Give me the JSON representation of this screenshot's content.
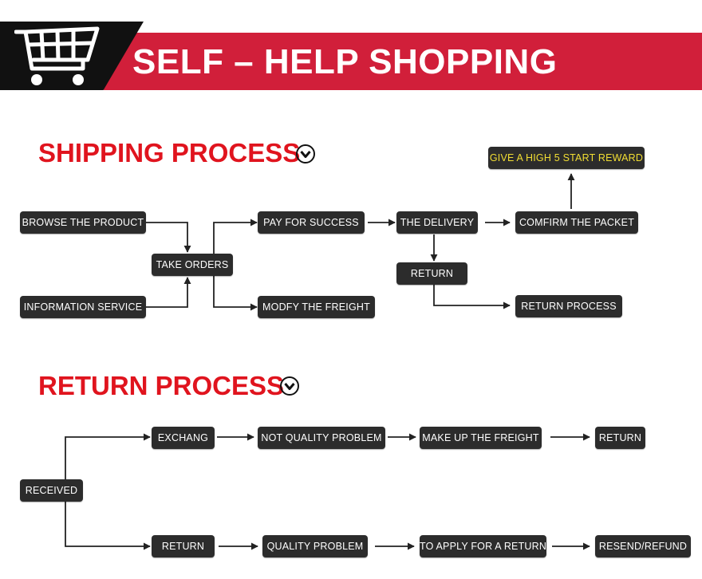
{
  "banner": {
    "title": "SELF – HELP SHOPPING",
    "icon": "shopping-cart-icon",
    "accent_color": "#d11f3a"
  },
  "shipping": {
    "title": "SHIPPING PROCESS",
    "icon": "chevron-down-circle-icon",
    "nodes": {
      "browse": "BROWSE THE PRODUCT",
      "info": "INFORMATION SERVICE",
      "take_orders": "TAKE  ORDERS",
      "pay": "PAY FOR SUCCESS",
      "modify": "MODFY THE FREIGHT",
      "delivery": "THE DELIVERY",
      "return": "RETURN",
      "confirm": "COMFIRM THE PACKET",
      "reward": "GIVE A HIGH 5 START REWARD",
      "return_process": "RETURN PROCESS"
    }
  },
  "returns": {
    "title": "RETURN PROCESS",
    "icon": "chevron-down-circle-icon",
    "nodes": {
      "received": "RECEIVED",
      "exchange": "EXCHANG",
      "not_quality": "NOT QUALITY PROBLEM",
      "make_up": "MAKE UP THE FREIGHT",
      "return_top": "RETURN",
      "return_bottom": "RETURN",
      "quality": "QUALITY PROBLEM",
      "apply": "TO APPLY FOR A RETURN",
      "resend": "RESEND/REFUND"
    }
  },
  "colors": {
    "title_red": "#e0141e",
    "box_bg": "#2c2c2c",
    "reward_text": "#f2de33"
  }
}
